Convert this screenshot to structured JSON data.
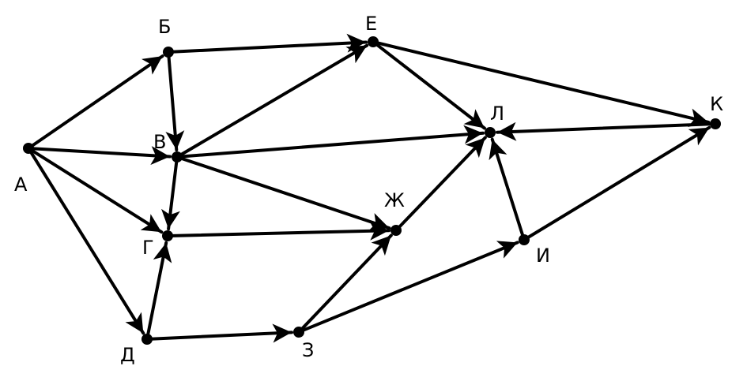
{
  "colors": {
    "stroke": "#000000",
    "background": "#ffffff"
  },
  "nodes": [
    {
      "id": "A",
      "label": "А"
    },
    {
      "id": "B",
      "label": "Б"
    },
    {
      "id": "V",
      "label": "В"
    },
    {
      "id": "G",
      "label": "Г"
    },
    {
      "id": "D",
      "label": "Д"
    },
    {
      "id": "E",
      "label": "Е"
    },
    {
      "id": "ZH",
      "label": "Ж"
    },
    {
      "id": "Z",
      "label": "З"
    },
    {
      "id": "I",
      "label": "И"
    },
    {
      "id": "L",
      "label": "Л"
    },
    {
      "id": "K",
      "label": "К"
    }
  ],
  "edges": [
    {
      "from": "A",
      "to": "B"
    },
    {
      "from": "A",
      "to": "V"
    },
    {
      "from": "A",
      "to": "G"
    },
    {
      "from": "A",
      "to": "D"
    },
    {
      "from": "B",
      "to": "E"
    },
    {
      "from": "B",
      "to": "V"
    },
    {
      "from": "V",
      "to": "E"
    },
    {
      "from": "V",
      "to": "L"
    },
    {
      "from": "V",
      "to": "G"
    },
    {
      "from": "V",
      "to": "ZH"
    },
    {
      "from": "E",
      "to": "L"
    },
    {
      "from": "E",
      "to": "K"
    },
    {
      "from": "G",
      "to": "ZH"
    },
    {
      "from": "D",
      "to": "G"
    },
    {
      "from": "D",
      "to": "Z"
    },
    {
      "from": "Z",
      "to": "ZH"
    },
    {
      "from": "Z",
      "to": "I"
    },
    {
      "from": "ZH",
      "to": "L"
    },
    {
      "from": "I",
      "to": "L"
    },
    {
      "from": "I",
      "to": "K"
    },
    {
      "from": "K",
      "to": "L"
    }
  ]
}
